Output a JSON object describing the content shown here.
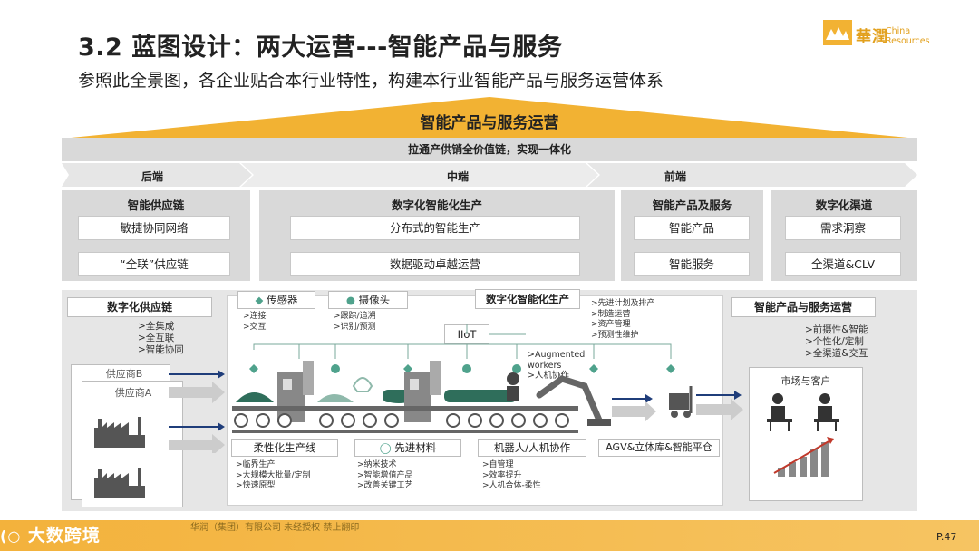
{
  "header": {
    "title": "3.2 蓝图设计：两大运营---智能产品与服务",
    "subtitle": "参照此全景图，各企业贴合本行业特性，构建本行业智能产品与服务运营体系"
  },
  "logo": {
    "chinese": "華潤",
    "english_line1": "China",
    "english_line2": "Resources",
    "color": "#e2a01c"
  },
  "roof": {
    "title": "智能产品与服务运营",
    "color": "#f2b233"
  },
  "band": {
    "text": "拉通产供销全价值链，实现一体化"
  },
  "stages": {
    "back": "后端",
    "middle": "中端",
    "front": "前端"
  },
  "panels": {
    "supply": {
      "title": "智能供应链",
      "items": [
        "敏捷协同网络",
        "“全联”供应链"
      ]
    },
    "production": {
      "title": "数字化智能化生产",
      "items": [
        "分布式的智能生产",
        "数据驱动卓越运营"
      ]
    },
    "products": {
      "title": "智能产品及服务",
      "items": [
        "智能产品",
        "智能服务"
      ]
    },
    "channels": {
      "title": "数字化渠道",
      "items": [
        "需求洞察",
        "全渠道&CLV"
      ]
    }
  },
  "lower": {
    "digital_supply": {
      "title": "数字化供应链",
      "bullets": ">全集成\n>全互联\n>智能协同"
    },
    "supplier_b": "供应商B",
    "supplier_a": "供应商A",
    "sensor": {
      "label": "传感器",
      "bullets": ">连接\n>交互"
    },
    "camera": {
      "label": "摄像头",
      "bullets": ">跟踪/追溯\n>识别/预测"
    },
    "digital_prod": {
      "title": "数字化智能化生产",
      "bullets": ">先进计划及排产\n>制造运营\n>资产管理\n>预测性维护"
    },
    "iiot": "IIoT",
    "augmented": ">Augmented\nworkers\n>人机协作",
    "flex_line": {
      "label": "柔性化生产线",
      "bullets": ">临界生产\n>大规模大批量/定制\n>快速原型"
    },
    "materials": {
      "label": "先进材料",
      "bullets": ">纳米技术\n>智能增值产品\n>改善关键工艺"
    },
    "robots": {
      "label": "机器人/人机协作",
      "bullets": ">自管理\n>效率提升\n>人机合体-柔性"
    },
    "agv": "AGV&立体库&智能平仓",
    "ops": {
      "title": "智能产品与服务运营",
      "bullets": ">前摄性&智能\n>个性化/定制\n>全渠道&交互"
    },
    "market": "市场与客户"
  },
  "footer": {
    "watermark": "大数跨境",
    "copyright": "华润（集团）有限公司 未经授权 禁止翻印",
    "page": "P.47",
    "color": "#f3b23c"
  }
}
